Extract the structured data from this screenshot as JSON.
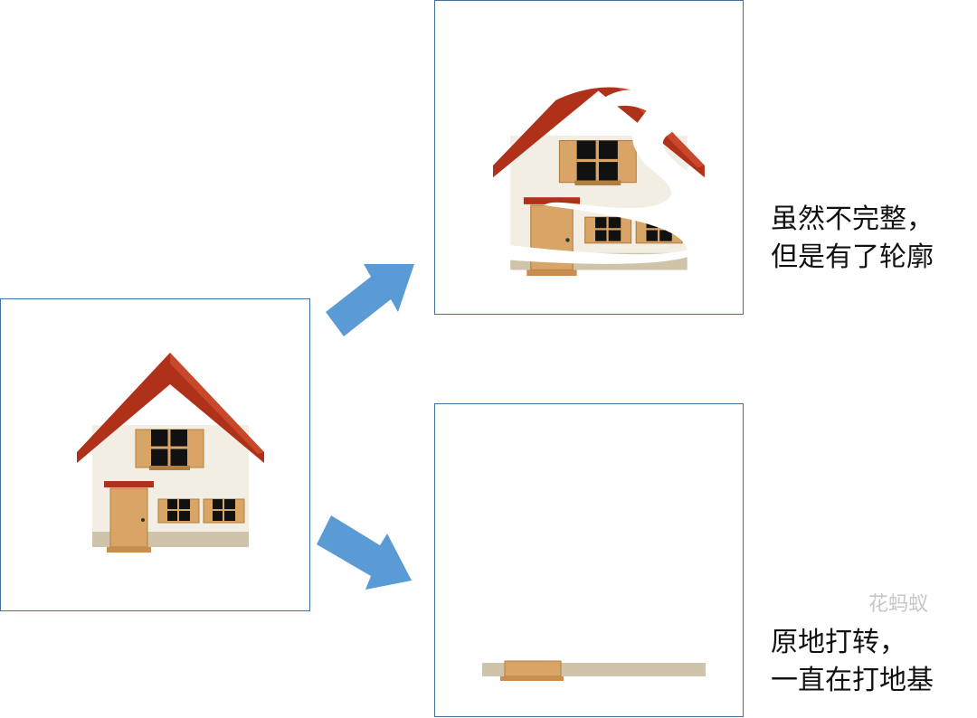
{
  "captions": {
    "incomplete": {
      "line1": "虽然不完整，",
      "line2": "但是有了轮廓"
    },
    "stuck": {
      "line1": "原地打转，",
      "line2": "一直在打地基"
    }
  },
  "watermark": "花蚂蚁",
  "colors": {
    "arrow": "#5B9BD5",
    "box_border": "#41719C",
    "roof": "#B0311A",
    "wall": "#F3EEE4",
    "wood": "#D9A566"
  }
}
